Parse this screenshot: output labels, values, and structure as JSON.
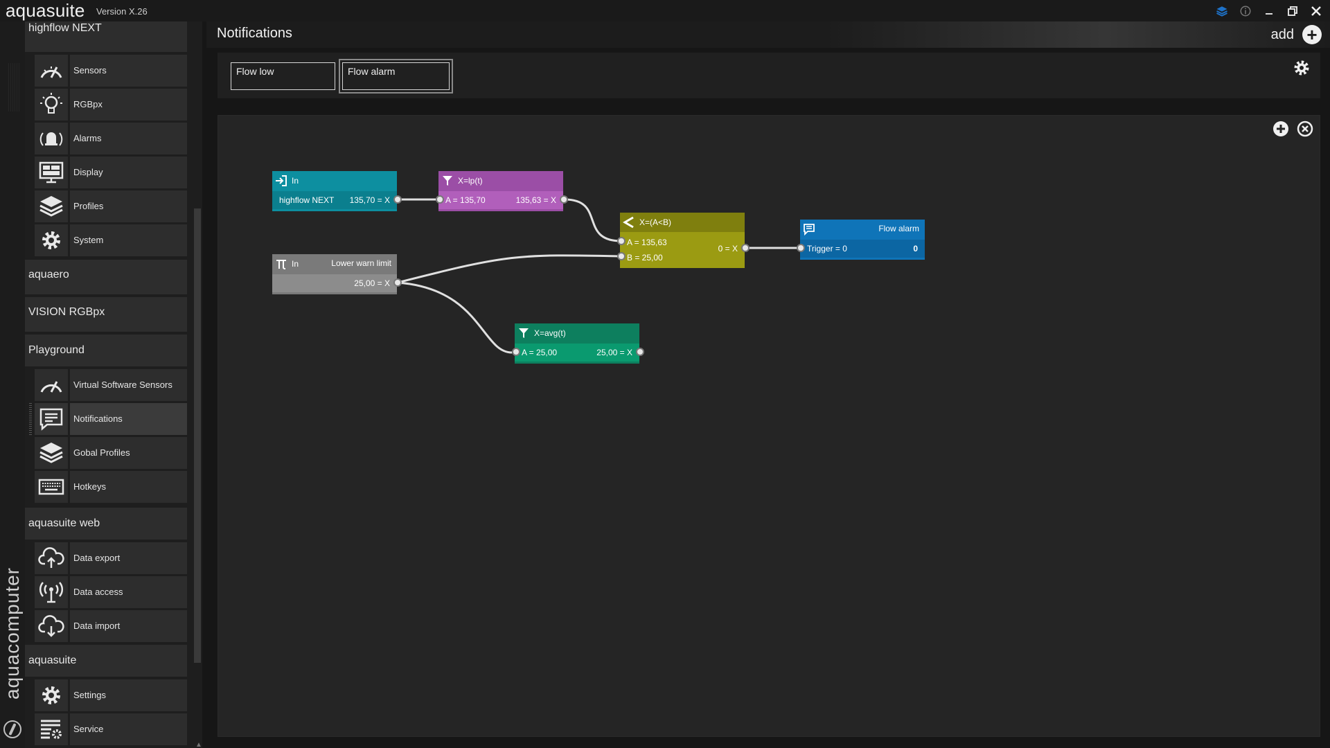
{
  "app": {
    "name": "aquasuite",
    "version": "Version X.26",
    "brand_vertical": "aquacomputer"
  },
  "window_controls": {
    "minimize": "🗕",
    "restore": "🗗",
    "close": "✕"
  },
  "sidebar": {
    "groups": [
      {
        "title": "highflow NEXT"
      },
      {
        "title": "aquaero"
      },
      {
        "title": "VISION RGBpx"
      },
      {
        "title": "Playground"
      },
      {
        "title": "aquasuite web"
      },
      {
        "title": "aquasuite"
      }
    ],
    "items": [
      {
        "label": "Sensors",
        "icon": "gauge-icon"
      },
      {
        "label": "RGBpx",
        "icon": "bulb-icon"
      },
      {
        "label": "Alarms",
        "icon": "alarm-bell-icon"
      },
      {
        "label": "Display",
        "icon": "display-icon"
      },
      {
        "label": "Profiles",
        "icon": "layers-icon"
      },
      {
        "label": "System",
        "icon": "gear-icon"
      },
      {
        "label": "Virtual Software Sensors",
        "icon": "gauge-icon"
      },
      {
        "label": "Notifications",
        "icon": "message-icon"
      },
      {
        "label": "Gobal Profiles",
        "icon": "layers-icon"
      },
      {
        "label": "Hotkeys",
        "icon": "keyboard-icon"
      },
      {
        "label": "Data export",
        "icon": "cloud-upload-icon"
      },
      {
        "label": "Data access",
        "icon": "antenna-icon"
      },
      {
        "label": "Data import",
        "icon": "cloud-download-icon"
      },
      {
        "label": "Settings",
        "icon": "gear-icon"
      },
      {
        "label": "Service",
        "icon": "service-list-icon"
      }
    ]
  },
  "main": {
    "title": "Notifications",
    "add_label": "add",
    "tabs": [
      {
        "label": "Flow low"
      },
      {
        "label": "Flow alarm",
        "selected": true
      }
    ]
  },
  "nodes": {
    "in1": {
      "title": "In",
      "source": "highflow NEXT",
      "value": "135,70 = X",
      "color": "#0d8fa0"
    },
    "lp": {
      "title": "X=lp(t)",
      "input": "A = 135,70",
      "value": "135,63 = X",
      "color": "#9b4ea6"
    },
    "cmp": {
      "title": "X=(A<B)",
      "input_a": "A = 135,63",
      "input_b": "B = 25,00",
      "value": "0 = X",
      "color": "#9b9b12"
    },
    "alarm": {
      "title": "Flow alarm",
      "trigger": "Trigger = 0",
      "value": "0",
      "color": "#0f74b8"
    },
    "in2": {
      "title": "In",
      "source": "Lower warn limit",
      "value": "25,00 = X",
      "color": "#7a7a7a"
    },
    "avg": {
      "title": "X=avg(t)",
      "input": "A = 25,00",
      "value": "25,00 = X",
      "color": "#0d7f5e"
    }
  }
}
